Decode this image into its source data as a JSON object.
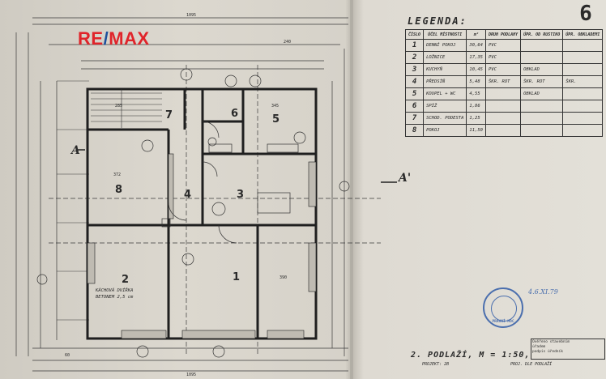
{
  "logo": {
    "prefix": "RE",
    "slash": "/",
    "suffix": "MAX"
  },
  "sheet_number": "6",
  "legend": {
    "title": "LEGENDA:",
    "headers": [
      "ČÍSLO",
      "ÚČEL MÍSTNOSTI",
      "m²",
      "DRUH PODLAHY",
      "ÚPR. OD RUSTIKO",
      "ÚPR. OBKLADEMI"
    ],
    "rows": [
      {
        "num": "1",
        "name": "DENNÍ POKOJ",
        "area": "30,64",
        "floor": "PVC",
        "c5": "",
        "c6": ""
      },
      {
        "num": "2",
        "name": "LOŽNICE",
        "area": "17,35",
        "floor": "PVC",
        "c5": "",
        "c6": ""
      },
      {
        "num": "3",
        "name": "KUCHYŇ",
        "area": "10,45",
        "floor": "PVC",
        "c5": "OBKLAD",
        "c6": ""
      },
      {
        "num": "4",
        "name": "PŘEDSÍŇ",
        "area": "5,48",
        "floor": "ŠKR. ROT",
        "c5": "ŠKR. ROT",
        "c6": "ŠKR."
      },
      {
        "num": "5",
        "name": "KOUPEL + WC",
        "area": "4,55",
        "floor": "",
        "c5": "OBKLAD",
        "c6": ""
      },
      {
        "num": "6",
        "name": "SPÍŽ",
        "area": "1,86",
        "floor": "",
        "c5": "",
        "c6": ""
      },
      {
        "num": "7",
        "name": "SCHOD. PODESTA",
        "area": "1,25",
        "floor": "",
        "c5": "",
        "c6": ""
      },
      {
        "num": "8",
        "name": "POKOJ",
        "area": "11,50",
        "floor": "",
        "c5": "",
        "c6": ""
      }
    ]
  },
  "rooms": [
    {
      "id": "1",
      "label": "1"
    },
    {
      "id": "2",
      "label": "2"
    },
    {
      "id": "3",
      "label": "3"
    },
    {
      "id": "4",
      "label": "4"
    },
    {
      "id": "5",
      "label": "5"
    },
    {
      "id": "6",
      "label": "6"
    },
    {
      "id": "7",
      "label": "7"
    },
    {
      "id": "8",
      "label": "8"
    }
  ],
  "notes": {
    "room2_note_line1": "KÁCHOVÁ DVÍŘKA",
    "room2_note_line2": "BETONEM 2,5 cm",
    "section_marker_a": "A",
    "section_marker_a_prime": "A'"
  },
  "dimensions": {
    "top_total": "1095",
    "bottom_total": "1095",
    "dim_240": "240",
    "dim_390": "390",
    "dim_372": "372",
    "dim_285": "285",
    "dim_345": "345",
    "dim_60": "60"
  },
  "footer": {
    "title": "2. PODLAŽÍ, M = 1:50,",
    "note_left": "PROJEKT: 2B",
    "note_right": "PROJ. DLE PODLAŽÍ"
  },
  "stamp": {
    "text": "PRÁVNÍ MOC",
    "date": "4.6.XI.79"
  },
  "box_note": {
    "line1": "Ověřeno stavebním",
    "line2": "úřadem",
    "line3": "podpis úředník"
  }
}
